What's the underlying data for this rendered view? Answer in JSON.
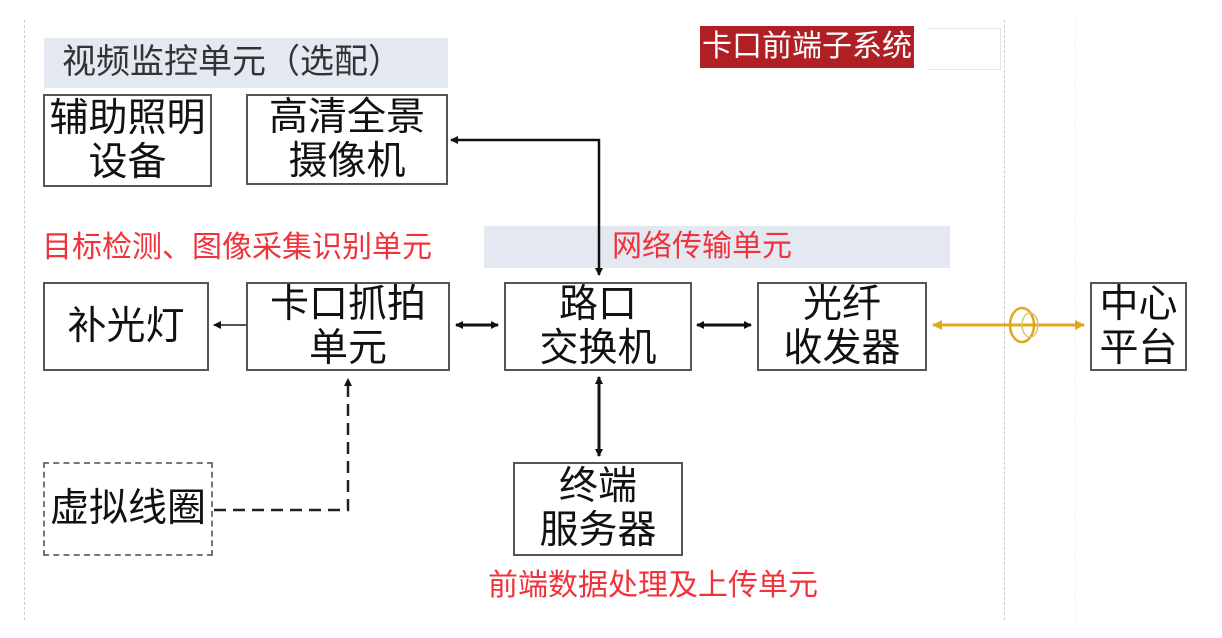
{
  "subsystem_tag": "卡口前端子系统",
  "video_unit_label": "视频监控单元（选配）",
  "detection_unit_label": "目标检测、图像采集识别单元",
  "network_unit_label": "网络传输单元",
  "processing_unit_label": "前端数据处理及上传单元",
  "boxes": {
    "aux_lighting": [
      "辅助照明",
      "设备"
    ],
    "hd_camera": [
      "高清全景",
      "摄像机"
    ],
    "fill_light": [
      "补光灯"
    ],
    "checkpoint_capture": [
      "卡口抓拍",
      "单元"
    ],
    "switch": [
      "路口",
      "交换机"
    ],
    "fiber_transceiver": [
      "光纤",
      "收发器"
    ],
    "center_platform": [
      "中心",
      "平台"
    ],
    "virtual_coil": [
      "虚拟线圈"
    ],
    "terminal_server": [
      "终端",
      "服务器"
    ]
  },
  "colors": {
    "band": "#e3e8f1",
    "red_text": "#f0333a",
    "tag_bg": "#b01f24",
    "fiber_link": "#e0a81c",
    "arrow": "#111111"
  }
}
